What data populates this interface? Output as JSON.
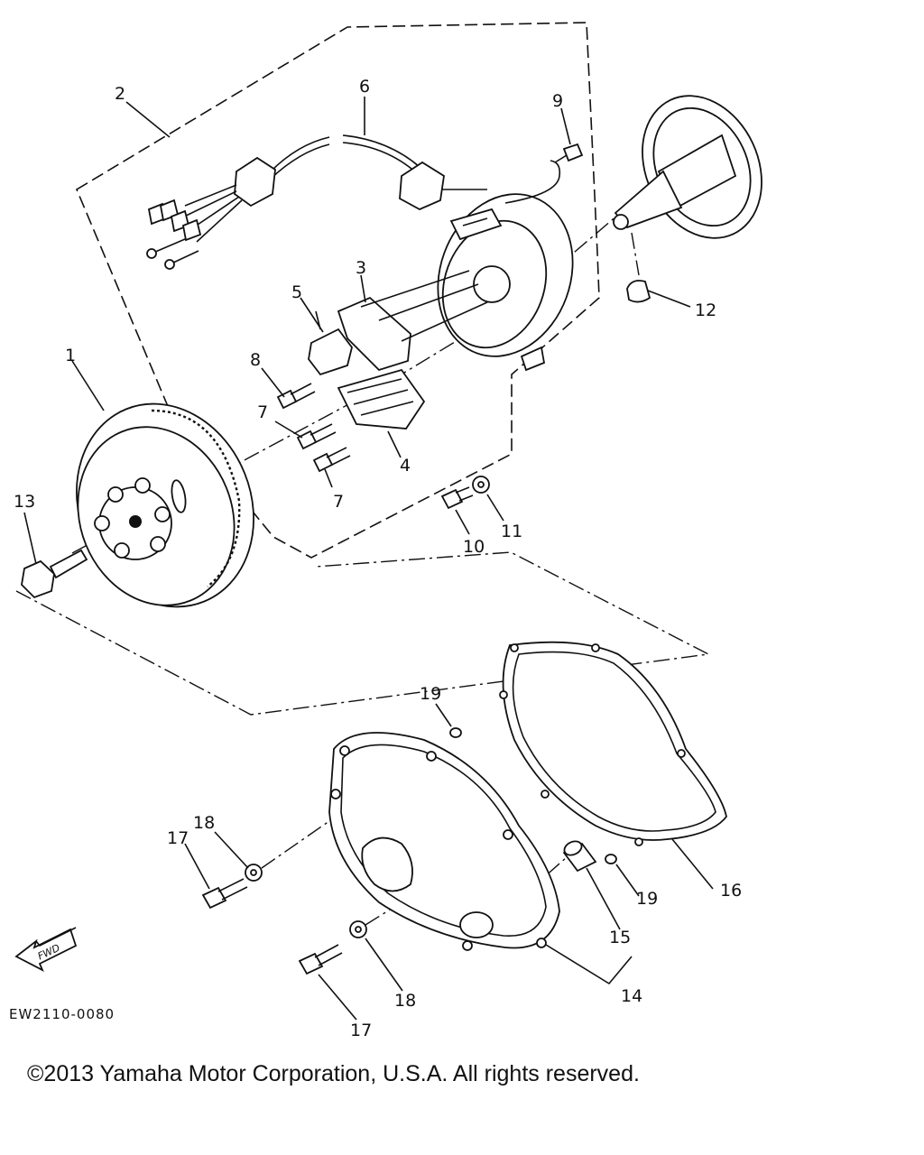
{
  "callouts": [
    {
      "id": "c1",
      "text": "1"
    },
    {
      "id": "c2",
      "text": "2"
    },
    {
      "id": "c3",
      "text": "3"
    },
    {
      "id": "c4",
      "text": "4"
    },
    {
      "id": "c5",
      "text": "5"
    },
    {
      "id": "c6",
      "text": "6"
    },
    {
      "id": "c7a",
      "text": "7"
    },
    {
      "id": "c7b",
      "text": "7"
    },
    {
      "id": "c8",
      "text": "8"
    },
    {
      "id": "c9",
      "text": "9"
    },
    {
      "id": "c10",
      "text": "10"
    },
    {
      "id": "c11",
      "text": "11"
    },
    {
      "id": "c12",
      "text": "12"
    },
    {
      "id": "c13",
      "text": "13"
    },
    {
      "id": "c14",
      "text": "14"
    },
    {
      "id": "c15",
      "text": "15"
    },
    {
      "id": "c16",
      "text": "16"
    },
    {
      "id": "c17a",
      "text": "17"
    },
    {
      "id": "c17b",
      "text": "17"
    },
    {
      "id": "c18a",
      "text": "18"
    },
    {
      "id": "c18b",
      "text": "18"
    },
    {
      "id": "c19a",
      "text": "19"
    },
    {
      "id": "c19b",
      "text": "19"
    }
  ],
  "direction_label": "FWD",
  "drawing_code": "EW2110-0080",
  "copyright": "©2013 Yamaha Motor Corporation, U.S.A. All rights reserved."
}
